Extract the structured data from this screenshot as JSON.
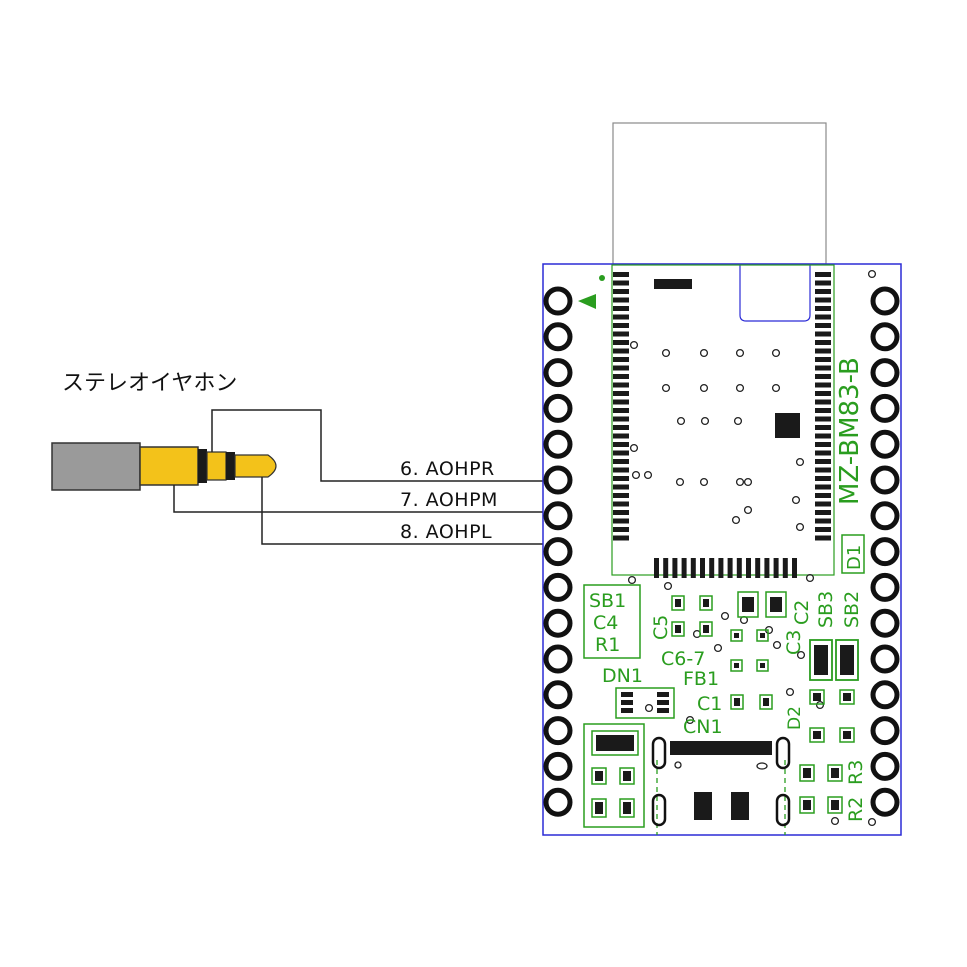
{
  "title": "ステレオイヤホン",
  "signals": [
    {
      "label": "6. AOHPR"
    },
    {
      "label": "7. AOHPM"
    },
    {
      "label": "8. AOHPL"
    }
  ],
  "board": {
    "name": "MZ-BM83-B",
    "silkscreen": [
      "D1",
      "SB1",
      "C4",
      "R1",
      "C5",
      "C2",
      "SB3",
      "SB2",
      "C3",
      "C6-7",
      "FB1",
      "DN1",
      "C1",
      "D2",
      "CN1",
      "R3",
      "R2"
    ]
  },
  "colors": {
    "silk": "#2a9d1f",
    "outline": "#2b2bd6",
    "pad": "#1a1a1a",
    "gold": "#f3c21a",
    "plug_body": "#999999",
    "wire": "#222222"
  }
}
